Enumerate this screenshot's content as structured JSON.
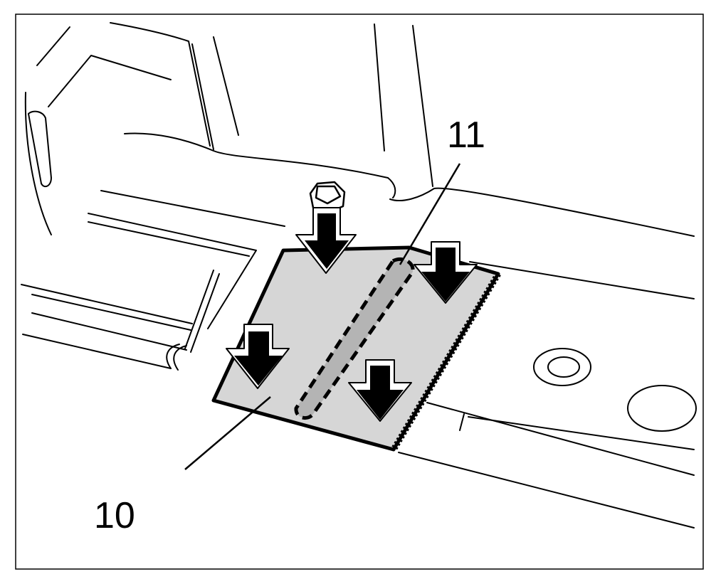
{
  "callouts": [
    {
      "id": "10",
      "text": "10"
    },
    {
      "id": "11",
      "text": "11"
    }
  ],
  "colors": {
    "ink": "#000000",
    "pad_fill": "#d6d6d6",
    "seam_fill": "#b4b4b4",
    "background": "#ffffff"
  },
  "icons": {
    "press_arrow": "down-arrow-icon",
    "bolt": "hex-bolt-icon"
  }
}
